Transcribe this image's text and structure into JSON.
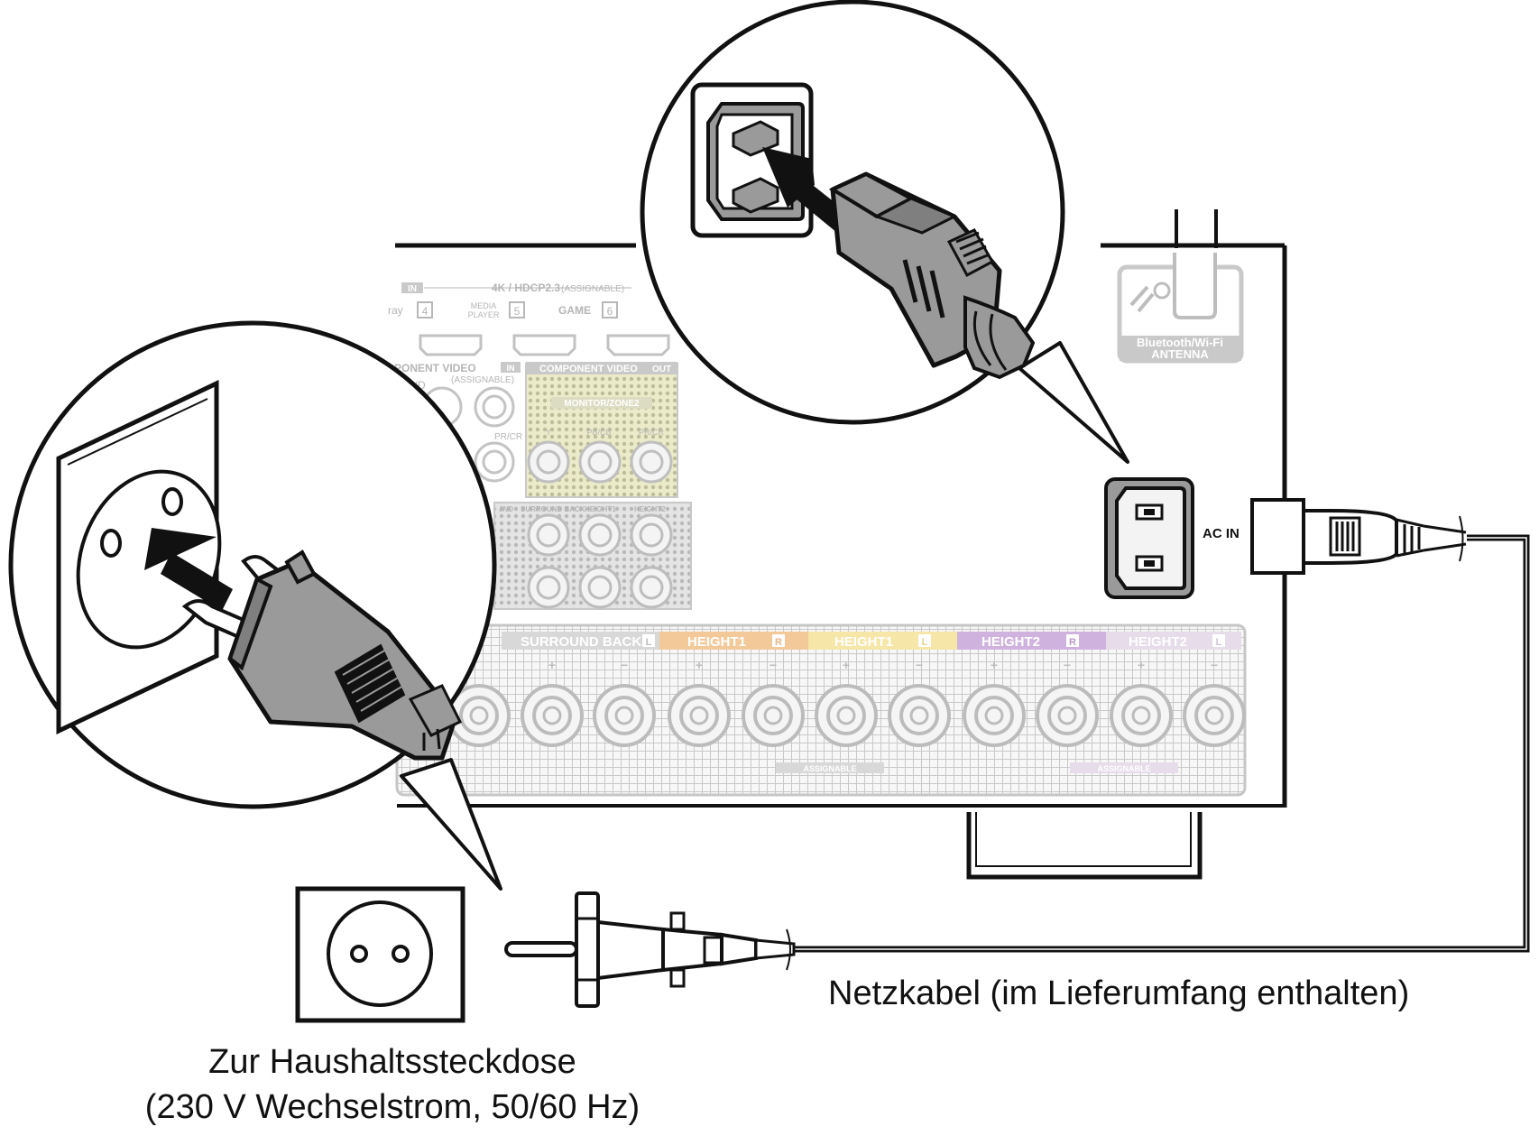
{
  "receiver_panel": {
    "hdmi": {
      "in_badge": "IN",
      "header": "4K / HDCP2.3",
      "assignable": "(ASSIGNABLE)",
      "port_bluray": "ray",
      "num_4": "4",
      "media_player_1": "MEDIA",
      "media_player_2": "PLAYER",
      "num_5": "5",
      "game": "GAME",
      "num_6": "6"
    },
    "component_in": {
      "label": "PONENT VIDEO",
      "in_badge": "IN",
      "assignable": "(ASSIGNABLE)",
      "dvd": "VD",
      "pr_cr": "PR/CR"
    },
    "component_out": {
      "label": "COMPONENT VIDEO",
      "out_badge": "OUT",
      "zone": "MONITOR/ZONE2",
      "y": "Y",
      "pb_cb": "PB/CB",
      "pr_cr": "PR/CR"
    },
    "preout_labels": {
      "surround": "JND",
      "surround_back": "SURROUND BACK",
      "height1": "HEIGHT1",
      "height2": "HEIGHT2"
    },
    "speakers": {
      "surround_back_l": "SURROUND BACK",
      "height1_r": "HEIGHT1",
      "height1_l": "HEIGHT1",
      "height2_r": "HEIGHT2",
      "height2_l": "HEIGHT2",
      "badge_l": "L",
      "badge_r": "R",
      "plus": "+",
      "minus": "−",
      "assignable_1": "ASSIGNABLE",
      "assignable_2": "ASSIGNABLE"
    },
    "antenna": {
      "line1": "Bluetooth/Wi-Fi",
      "line2": "ANTENNA"
    },
    "ac_in": "AC IN"
  },
  "captions": {
    "cable": "Netzkabel (im Lieferumfang enthalten)",
    "outlet_line1": "Zur Haushaltssteckdose",
    "outlet_line2": "(230 V Wechselstrom, 50/60 Hz)"
  },
  "colors": {
    "line": "#111111",
    "panel_gray": "#c8c8c8",
    "panel_text": "#b5b5b5",
    "connector_fill": "#9a9a9a",
    "height1_r": "#f3c99a",
    "height1_l": "#f6e6a8",
    "height2_r": "#cfb3de",
    "height2_l": "#e6dcea",
    "surround_back": "#d8d8d8",
    "mesh": "#ececec"
  }
}
